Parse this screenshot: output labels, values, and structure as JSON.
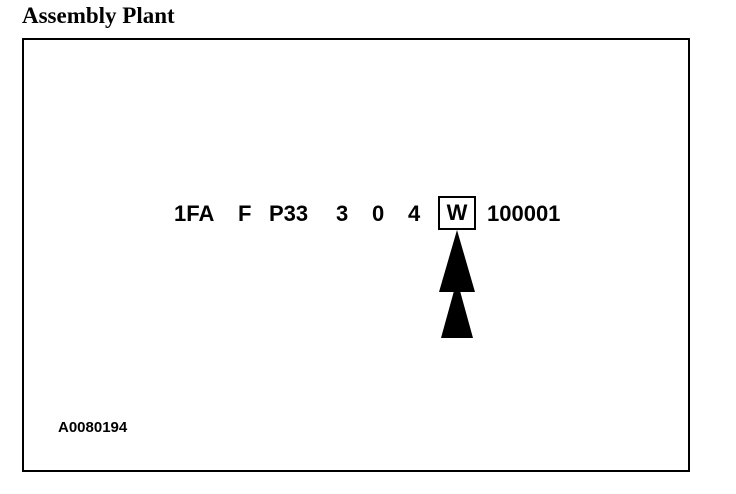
{
  "title": "Assembly Plant",
  "vin": {
    "segments": [
      "1FA",
      "F",
      "P33",
      "3",
      "0",
      "4"
    ],
    "highlighted": "W",
    "serial": "100001"
  },
  "figure_id": "A0080194",
  "colors": {
    "ink": "#000000",
    "paper": "#ffffff"
  },
  "pointer": {
    "icon": "up-arrow-icon",
    "target": "highlighted"
  }
}
